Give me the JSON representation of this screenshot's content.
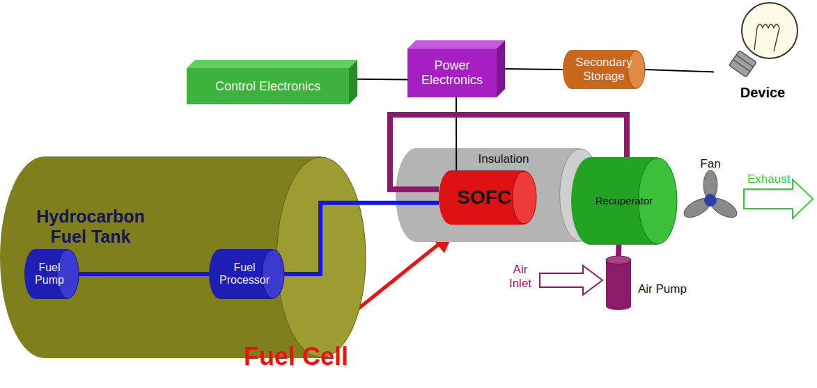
{
  "diagram": {
    "nodes": [
      {
        "text": [
          "Control Electronics"
        ]
      },
      {
        "text": [
          "Power Electronics"
        ]
      },
      {
        "text": [
          "Secondary Storage"
        ]
      },
      {
        "text": [
          "Device"
        ]
      },
      {
        "text": [
          "Hydrocarbon Fuel Tank"
        ]
      },
      {
        "text": [
          "Fuel Pump"
        ],
        "in": 4
      },
      {
        "text": [
          "Fuel Processor"
        ],
        "in": 4
      },
      {
        "text": [
          "Insulation"
        ]
      },
      {
        "text": [
          "SOFC"
        ],
        "in": 7
      },
      {
        "text": [
          "Recuperator"
        ]
      },
      {
        "text": [
          "Fan"
        ]
      },
      {
        "text": [
          "Air Pump"
        ]
      }
    ],
    "edges": [
      {
        "from": 0,
        "to": 1,
        "arrow": "none"
      },
      {
        "from": 1,
        "to": 2,
        "arrow": "none"
      },
      {
        "from": 2,
        "to": 3,
        "arrow": "none"
      },
      {
        "from": 1,
        "to": 8,
        "arrow": "none"
      },
      {
        "from": 5,
        "to": 6,
        "arrow": "none"
      },
      {
        "from": 6,
        "to": 8,
        "arrow": "none"
      },
      {
        "from": 8,
        "to": 9,
        "arrow": "none"
      },
      {
        "from": 9,
        "to": 11,
        "arrow": "none"
      }
    ],
    "labels": [
      "Exhaust",
      "Air Inlet",
      "Fuel Cell"
    ]
  }
}
